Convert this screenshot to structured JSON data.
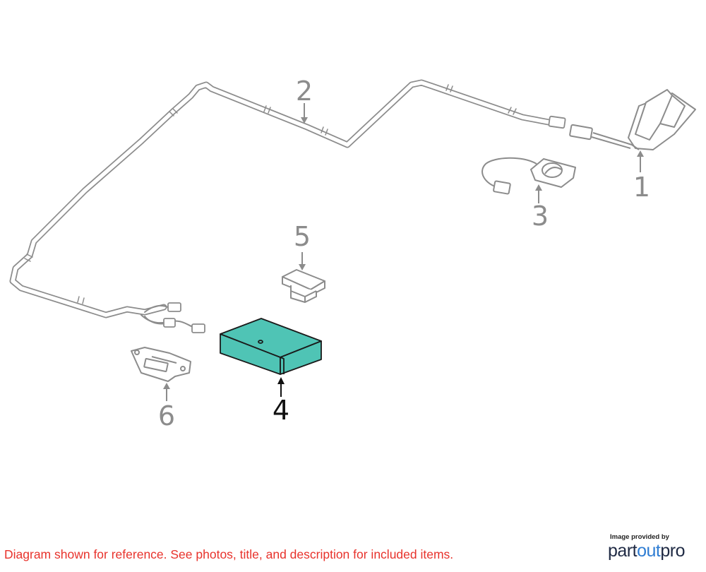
{
  "callouts": [
    {
      "id": "1",
      "label": "1"
    },
    {
      "id": "2",
      "label": "2"
    },
    {
      "id": "3",
      "label": "3"
    },
    {
      "id": "4",
      "label": "4",
      "highlighted": true
    },
    {
      "id": "5",
      "label": "5"
    },
    {
      "id": "6",
      "label": "6"
    }
  ],
  "disclaimer": "Diagram shown for reference. See photos, title, and description for included items.",
  "credit": {
    "small_text": "Image provided by",
    "brand_part": "part",
    "brand_out": "out",
    "brand_pro": "pro"
  },
  "colors": {
    "line_art": "#8c8c8c",
    "highlight_fill": "#4fc4b5",
    "highlight_stroke": "#1a1a1a",
    "disclaimer": "#e8322b",
    "brand_dark": "#1f2a44",
    "brand_blue": "#2f7dd3"
  }
}
